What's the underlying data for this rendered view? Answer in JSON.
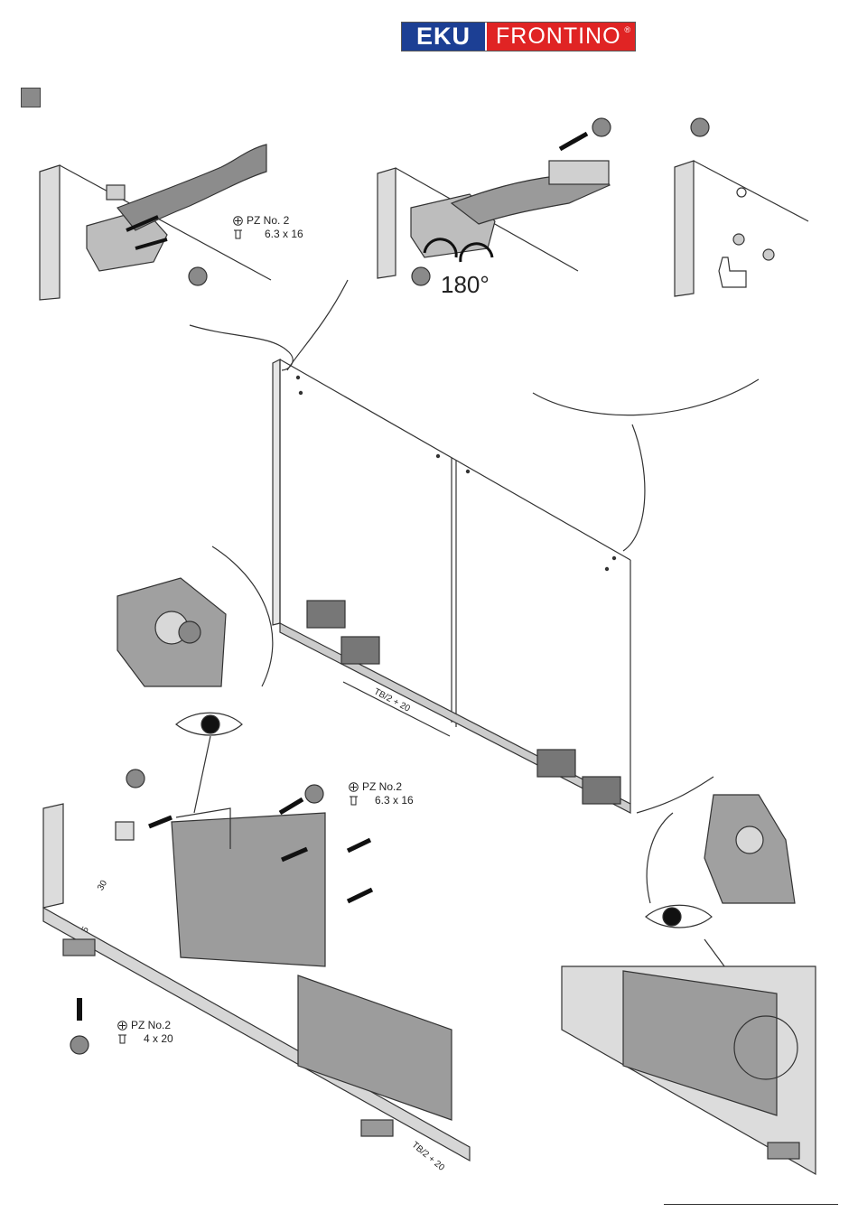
{
  "logo": {
    "brand": "EKU",
    "product": "FRONTINO",
    "mark": "®"
  },
  "callouts": {
    "top_left": {
      "drive": "PZ No. 2",
      "screw": "6.3 x 16"
    },
    "bottom_mid": {
      "drive": "PZ No.2",
      "screw": "6.3 x 16"
    },
    "bottom_left": {
      "drive": "PZ No.2",
      "screw": "4 x 20"
    }
  },
  "rotation": "180°",
  "dimensions": {
    "tb_upper": "TB/2 + 20",
    "tb_lower": "TB/2 + 20",
    "d30": "30",
    "d5": "5"
  },
  "icons": {
    "drive": "phillips-drive-icon",
    "screw": "screw-icon",
    "eye": "eye-icon",
    "thumb": "thumbs-up-icon"
  },
  "colors": {
    "eku_blue": "#1c3f94",
    "frontino_red": "#e02424",
    "marker_gray": "#8a8a8a"
  }
}
